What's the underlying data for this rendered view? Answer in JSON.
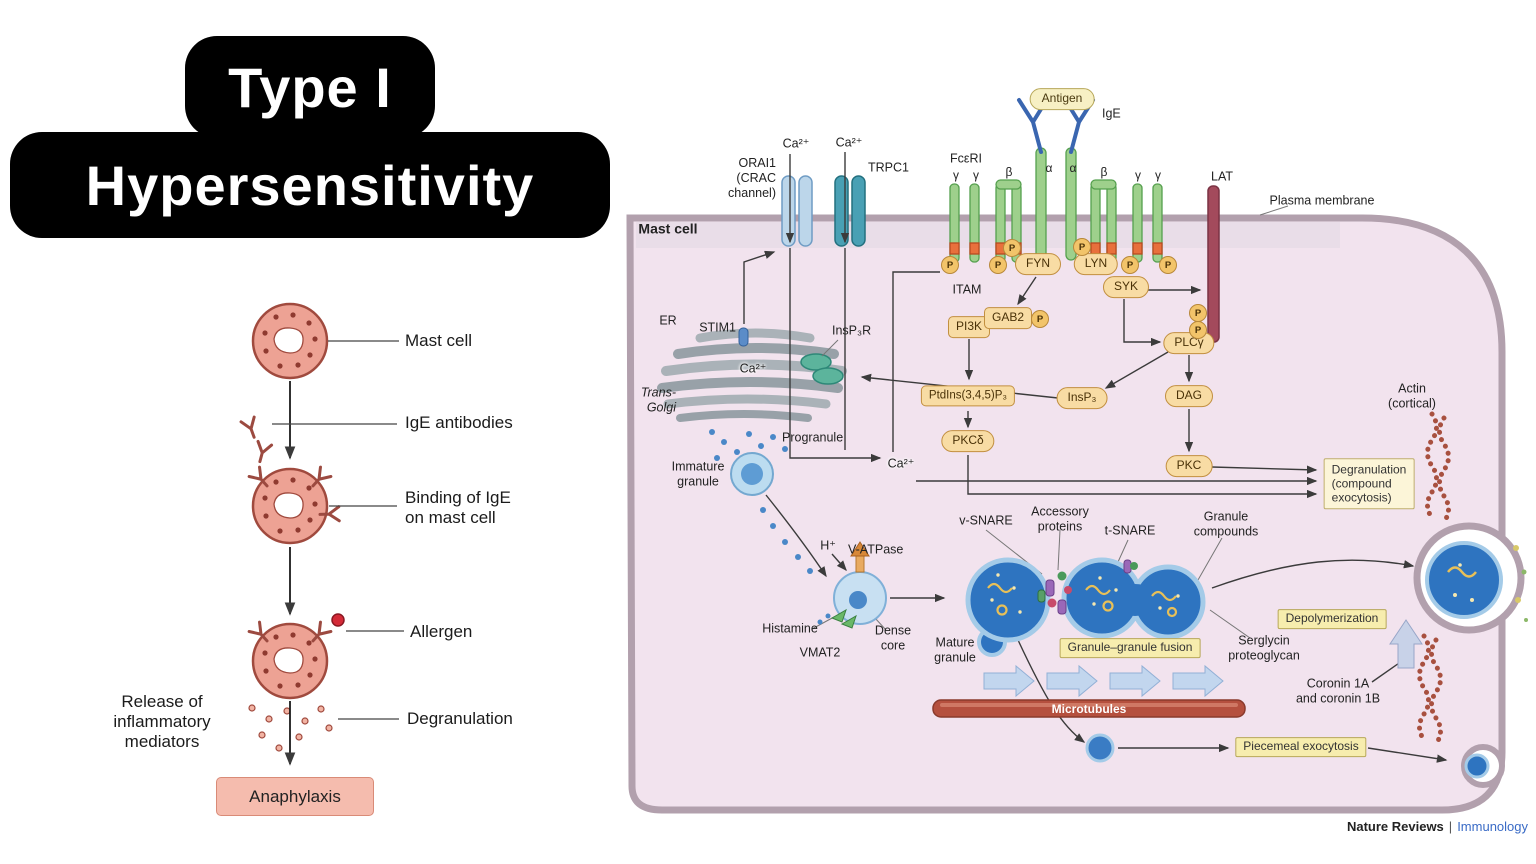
{
  "title": {
    "line1": "Type I",
    "line2": "Hypersensitivity"
  },
  "left_diagram": {
    "mast_cell_label": "Mast cell",
    "ige_label": "IgE antibodies",
    "binding_label": "Binding of IgE\non mast cell",
    "allergen_label": "Allergen",
    "release_label": "Release of\ninflammatory\nmediators",
    "degranulation_label": "Degranulation",
    "anaphylaxis_label": "Anaphylaxis"
  },
  "pathway": {
    "cell_label": "Mast cell",
    "plasma_membrane": "Plasma membrane",
    "ca": "Ca²⁺",
    "orai1": "ORAI1\n(CRAC\nchannel)",
    "trpc1": "TRPC1",
    "fceri": "FcεRI",
    "gamma": "γ",
    "beta": "β",
    "alpha": "α",
    "antigen": "Antigen",
    "ige": "IgE",
    "itam": "ITAM",
    "p": "P",
    "fyn": "FYN",
    "lyn": "LYN",
    "syk": "SYK",
    "lat": "LAT",
    "er": "ER",
    "stim1": "STIM1",
    "insp3r": "InsP₃R",
    "trans_golgi": "Trans-\nGolgi",
    "pi3k": "PI3K",
    "gab2": "GAB2",
    "plcy": "PLCγ",
    "ptdins": "PtdIns(3,4,5)P₃",
    "insp3": "InsP₃",
    "dag": "DAG",
    "pkcd": "PKCδ",
    "pkc": "PKC",
    "degranulation_note": "Degranulation\n(compound\nexocytosis)",
    "progranule": "Progranule",
    "immature_granule": "Immature\ngranule",
    "h_plus": "H⁺",
    "v_atpase": "V-ATPase",
    "histamine": "Histamine",
    "vmat2": "VMAT2",
    "dense_core": "Dense\ncore",
    "v_snare": "v-SNARE",
    "accessory_proteins": "Accessory\nproteins",
    "t_snare": "t-SNARE",
    "granule_compounds": "Granule\ncompounds",
    "mature_granule": "Mature\ngranule",
    "granule_fusion": "Granule–granule fusion",
    "serglycin": "Serglycin\nproteoglycan",
    "depolymerization": "Depolymerization",
    "coronin": "Coronin 1A\nand coronin 1B",
    "actin": "Actin\n(cortical)",
    "microtubules": "Microtubules",
    "piecemeal": "Piecemeal exocytosis"
  },
  "footer": {
    "brand": "Nature Reviews",
    "separator": "|",
    "journal": "Immunology"
  },
  "colors": {
    "cell_fill": "#f2e3ee",
    "membrane": "#b2a0ad",
    "granule_blue": "#2e74c0",
    "signal_tan": "#f8dca4",
    "note_cream": "#fcf5d8",
    "highlight_yellow": "#f7edae",
    "mast_cell_pink": "#eda294",
    "anaphylaxis_pink": "#f5bcae",
    "microtubule_red": "#b5503e",
    "title_black": "#000000",
    "journal_blue": "#3a6bc6"
  }
}
